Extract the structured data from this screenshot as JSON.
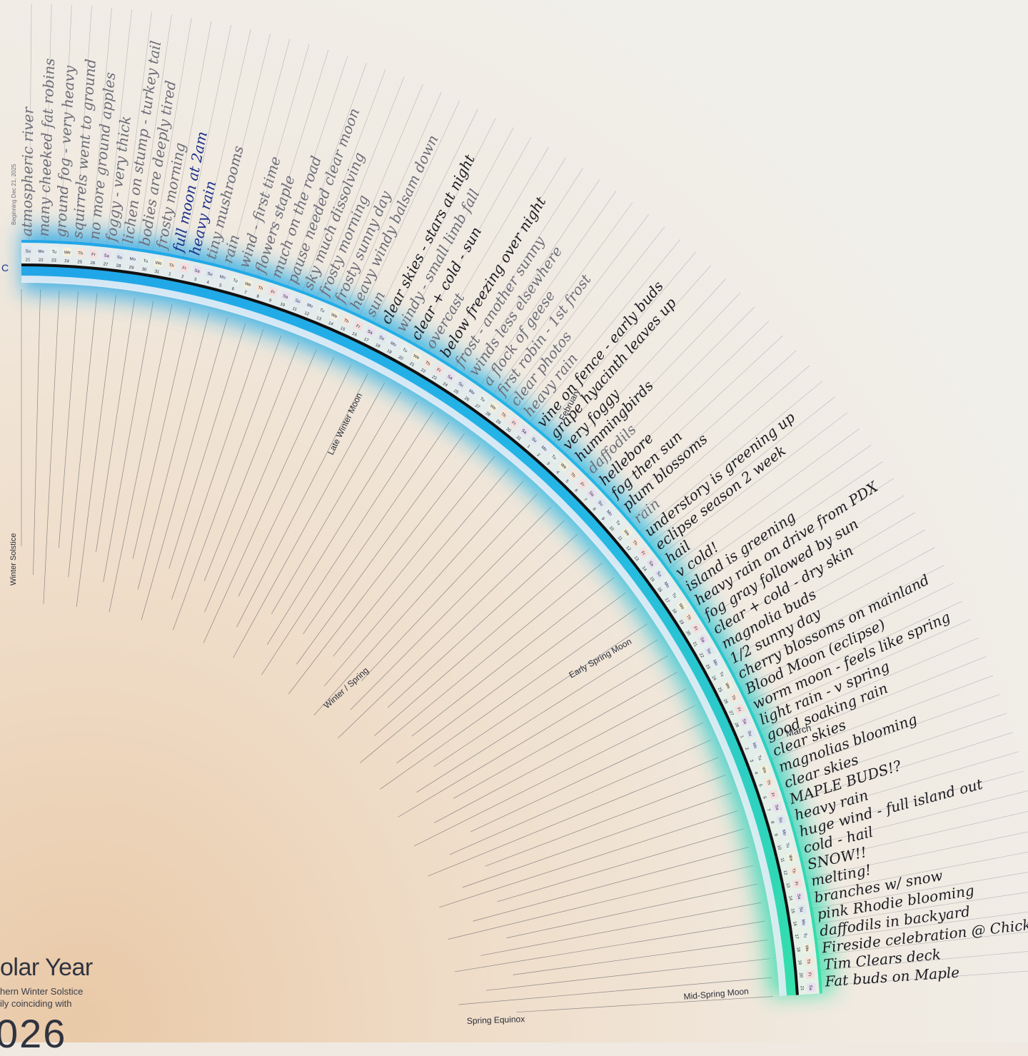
{
  "poster": {
    "title": "olar Year",
    "subtitle_line1": "hern Winter Solstice",
    "subtitle_line2": "ily coinciding with",
    "year_fragment": "026",
    "top_label": "Beginning Dec 21, 2025",
    "left_marker": "C"
  },
  "colors": {
    "glow_start": "#1aa3e8",
    "glow_end": "#2fe0a8",
    "black_band": "#111111",
    "ink_black": "#1c1c22",
    "ink_blue": "#1b2f8a",
    "ink_gray": "#6d6d78"
  },
  "seasons": {
    "winter_solstice": "Winter Solstice",
    "late_winter_moon": "Late Winter Moon",
    "winter_spring": "Winter / Spring",
    "early_spring_moon": "Early Spring Moon",
    "mid_spring_moon": "Mid-Spring Moon",
    "spring_equinox": "Spring Equinox"
  },
  "months": {
    "february": "February",
    "march": "March"
  },
  "notes": [
    {
      "text": "atmospheric river",
      "ink": "gray"
    },
    {
      "text": "many cheeked fat robins",
      "ink": "gray"
    },
    {
      "text": "ground fog - very heavy",
      "ink": "gray"
    },
    {
      "text": "squirrels went to ground",
      "ink": "gray"
    },
    {
      "text": "no more ground apples",
      "ink": "gray"
    },
    {
      "text": "foggy - very thick",
      "ink": "gray"
    },
    {
      "text": "lichen on stump - turkey tail",
      "ink": "gray"
    },
    {
      "text": "bodies are deeply tired",
      "ink": "gray"
    },
    {
      "text": "frosty morning",
      "ink": "gray"
    },
    {
      "text": "full moon at 2am",
      "ink": "blue"
    },
    {
      "text": "heavy rain",
      "ink": "blue"
    },
    {
      "text": "tiny mushrooms",
      "ink": "gray"
    },
    {
      "text": "rain",
      "ink": "gray"
    },
    {
      "text": "wind - first time",
      "ink": "gray"
    },
    {
      "text": "flowers staple",
      "ink": "gray"
    },
    {
      "text": "much on the road",
      "ink": "gray"
    },
    {
      "text": "pause needed clear moon",
      "ink": "gray"
    },
    {
      "text": "sky much dissolving",
      "ink": "gray"
    },
    {
      "text": "frosty morning",
      "ink": "gray"
    },
    {
      "text": "frosty sunny day",
      "ink": "gray"
    },
    {
      "text": "heavy windy balsam down",
      "ink": "gray"
    },
    {
      "text": "sun",
      "ink": "gray"
    },
    {
      "text": "clear skies - stars at night",
      "ink": "black"
    },
    {
      "text": "windy - small limb fall",
      "ink": "gray"
    },
    {
      "text": "clear + cold - sun",
      "ink": "black"
    },
    {
      "text": "overcast",
      "ink": "gray"
    },
    {
      "text": "below freezing over night",
      "ink": "black"
    },
    {
      "text": "frost - another sunny",
      "ink": "gray"
    },
    {
      "text": "winds less elsewhere",
      "ink": "gray"
    },
    {
      "text": "a flock of geese",
      "ink": "gray"
    },
    {
      "text": "first robin - 1st frost",
      "ink": "gray"
    },
    {
      "text": "clear photos",
      "ink": "gray"
    },
    {
      "text": "heavy rain",
      "ink": "gray"
    },
    {
      "text": "vine on fence - early buds",
      "ink": "black"
    },
    {
      "text": "grape hyacinth leaves up",
      "ink": "black"
    },
    {
      "text": "very foggy",
      "ink": "black"
    },
    {
      "text": "hummingbirds",
      "ink": "black"
    },
    {
      "text": "daffodils",
      "ink": "gray"
    },
    {
      "text": "hellebore",
      "ink": "black"
    },
    {
      "text": "fog then sun",
      "ink": "black"
    },
    {
      "text": "plum blossoms",
      "ink": "black"
    },
    {
      "text": "rain",
      "ink": "gray"
    },
    {
      "text": "understory is greening up",
      "ink": "black"
    },
    {
      "text": "eclipse season 2 week",
      "ink": "black"
    },
    {
      "text": "hail",
      "ink": "black"
    },
    {
      "text": "v cold!",
      "ink": "black"
    },
    {
      "text": "island is greening",
      "ink": "black"
    },
    {
      "text": "heavy rain on drive from PDX",
      "ink": "black"
    },
    {
      "text": "fog gray followed by sun",
      "ink": "black"
    },
    {
      "text": "clear + cold - dry skin",
      "ink": "black"
    },
    {
      "text": "magnolia buds",
      "ink": "black"
    },
    {
      "text": "1/2 sunny day",
      "ink": "black"
    },
    {
      "text": "cherry blossoms on mainland",
      "ink": "black"
    },
    {
      "text": "Blood Moon (eclipse)",
      "ink": "black"
    },
    {
      "text": "worm moon - feels like spring",
      "ink": "black"
    },
    {
      "text": "light rain - v spring",
      "ink": "black"
    },
    {
      "text": "good soaking rain",
      "ink": "black"
    },
    {
      "text": "clear skies",
      "ink": "black"
    },
    {
      "text": "magnolias blooming",
      "ink": "black"
    },
    {
      "text": "clear skies",
      "ink": "black"
    },
    {
      "text": "MAPLE BUDS!?",
      "ink": "black"
    },
    {
      "text": "heavy rain",
      "ink": "black"
    },
    {
      "text": "huge wind - full island out",
      "ink": "black"
    },
    {
      "text": "cold - hail",
      "ink": "black"
    },
    {
      "text": "SNOW!!",
      "ink": "black"
    },
    {
      "text": "melting!",
      "ink": "black"
    },
    {
      "text": "branches w/ snow",
      "ink": "black"
    },
    {
      "text": "pink Rhodie blooming",
      "ink": "black"
    },
    {
      "text": "daffodils in backyard",
      "ink": "black"
    },
    {
      "text": "Fireside celebration @ Chickadee",
      "ink": "black"
    },
    {
      "text": "Tim Clears deck",
      "ink": "black"
    },
    {
      "text": "Fat buds on Maple",
      "ink": "black"
    }
  ],
  "days": [
    {
      "d": "21",
      "w": "Su"
    },
    {
      "d": "22",
      "w": "Mo"
    },
    {
      "d": "23",
      "w": "Tu"
    },
    {
      "d": "24",
      "w": "We"
    },
    {
      "d": "25",
      "w": "Th"
    },
    {
      "d": "26",
      "w": "Fr"
    },
    {
      "d": "27",
      "w": "Sa"
    },
    {
      "d": "28",
      "w": "Su"
    },
    {
      "d": "29",
      "w": "Mo"
    },
    {
      "d": "30",
      "w": "Tu"
    },
    {
      "d": "31",
      "w": "We"
    },
    {
      "d": "1",
      "w": "Th"
    },
    {
      "d": "2",
      "w": "Fr"
    },
    {
      "d": "3",
      "w": "Sa"
    },
    {
      "d": "4",
      "w": "Su"
    },
    {
      "d": "5",
      "w": "Mo"
    },
    {
      "d": "6",
      "w": "Tu"
    },
    {
      "d": "7",
      "w": "We"
    },
    {
      "d": "8",
      "w": "Th"
    },
    {
      "d": "9",
      "w": "Fr"
    },
    {
      "d": "10",
      "w": "Sa"
    },
    {
      "d": "11",
      "w": "Su"
    },
    {
      "d": "12",
      "w": "Mo"
    },
    {
      "d": "13",
      "w": "Tu"
    },
    {
      "d": "14",
      "w": "We"
    },
    {
      "d": "15",
      "w": "Th"
    },
    {
      "d": "16",
      "w": "Fr"
    },
    {
      "d": "17",
      "w": "Sa"
    },
    {
      "d": "18",
      "w": "Su"
    },
    {
      "d": "19",
      "w": "Mo"
    },
    {
      "d": "20",
      "w": "Tu"
    },
    {
      "d": "21",
      "w": "We"
    },
    {
      "d": "22",
      "w": "Th"
    },
    {
      "d": "23",
      "w": "Fr"
    },
    {
      "d": "24",
      "w": "Sa"
    },
    {
      "d": "25",
      "w": "Su"
    },
    {
      "d": "26",
      "w": "Mo"
    },
    {
      "d": "27",
      "w": "Tu"
    },
    {
      "d": "28",
      "w": "We"
    },
    {
      "d": "29",
      "w": "Th"
    },
    {
      "d": "30",
      "w": "Fr"
    },
    {
      "d": "31",
      "w": "Sa"
    },
    {
      "d": "1",
      "w": "Su"
    },
    {
      "d": "2",
      "w": "Mo"
    },
    {
      "d": "3",
      "w": "Tu"
    },
    {
      "d": "4",
      "w": "We"
    },
    {
      "d": "5",
      "w": "Th"
    },
    {
      "d": "6",
      "w": "Fr"
    },
    {
      "d": "7",
      "w": "Sa"
    },
    {
      "d": "8",
      "w": "Su"
    },
    {
      "d": "9",
      "w": "Mo"
    },
    {
      "d": "10",
      "w": "Tu"
    },
    {
      "d": "11",
      "w": "We"
    },
    {
      "d": "12",
      "w": "Th"
    },
    {
      "d": "13",
      "w": "Fr"
    },
    {
      "d": "14",
      "w": "Sa"
    },
    {
      "d": "15",
      "w": "Su"
    },
    {
      "d": "16",
      "w": "Mo"
    },
    {
      "d": "17",
      "w": "Tu"
    },
    {
      "d": "18",
      "w": "We"
    },
    {
      "d": "19",
      "w": "Th"
    },
    {
      "d": "20",
      "w": "Fr"
    },
    {
      "d": "21",
      "w": "Sa"
    },
    {
      "d": "22",
      "w": "Su"
    },
    {
      "d": "23",
      "w": "Mo"
    },
    {
      "d": "24",
      "w": "Tu"
    },
    {
      "d": "25",
      "w": "We"
    },
    {
      "d": "26",
      "w": "Th"
    },
    {
      "d": "27",
      "w": "Fr"
    },
    {
      "d": "28",
      "w": "Sa"
    },
    {
      "d": "1",
      "w": "Su"
    },
    {
      "d": "2",
      "w": "Mo"
    },
    {
      "d": "3",
      "w": "Tu"
    },
    {
      "d": "4",
      "w": "We"
    },
    {
      "d": "5",
      "w": "Th"
    },
    {
      "d": "6",
      "w": "Fr"
    },
    {
      "d": "7",
      "w": "Sa"
    },
    {
      "d": "8",
      "w": "Su"
    },
    {
      "d": "9",
      "w": "Mo"
    },
    {
      "d": "10",
      "w": "Tu"
    },
    {
      "d": "11",
      "w": "We"
    },
    {
      "d": "12",
      "w": "Th"
    },
    {
      "d": "13",
      "w": "Fr"
    },
    {
      "d": "14",
      "w": "Sa"
    },
    {
      "d": "15",
      "w": "Su"
    },
    {
      "d": "16",
      "w": "Mo"
    },
    {
      "d": "17",
      "w": "Tu"
    },
    {
      "d": "18",
      "w": "We"
    },
    {
      "d": "19",
      "w": "Th"
    },
    {
      "d": "20",
      "w": "Fr"
    },
    {
      "d": "21",
      "w": "Sa"
    }
  ]
}
